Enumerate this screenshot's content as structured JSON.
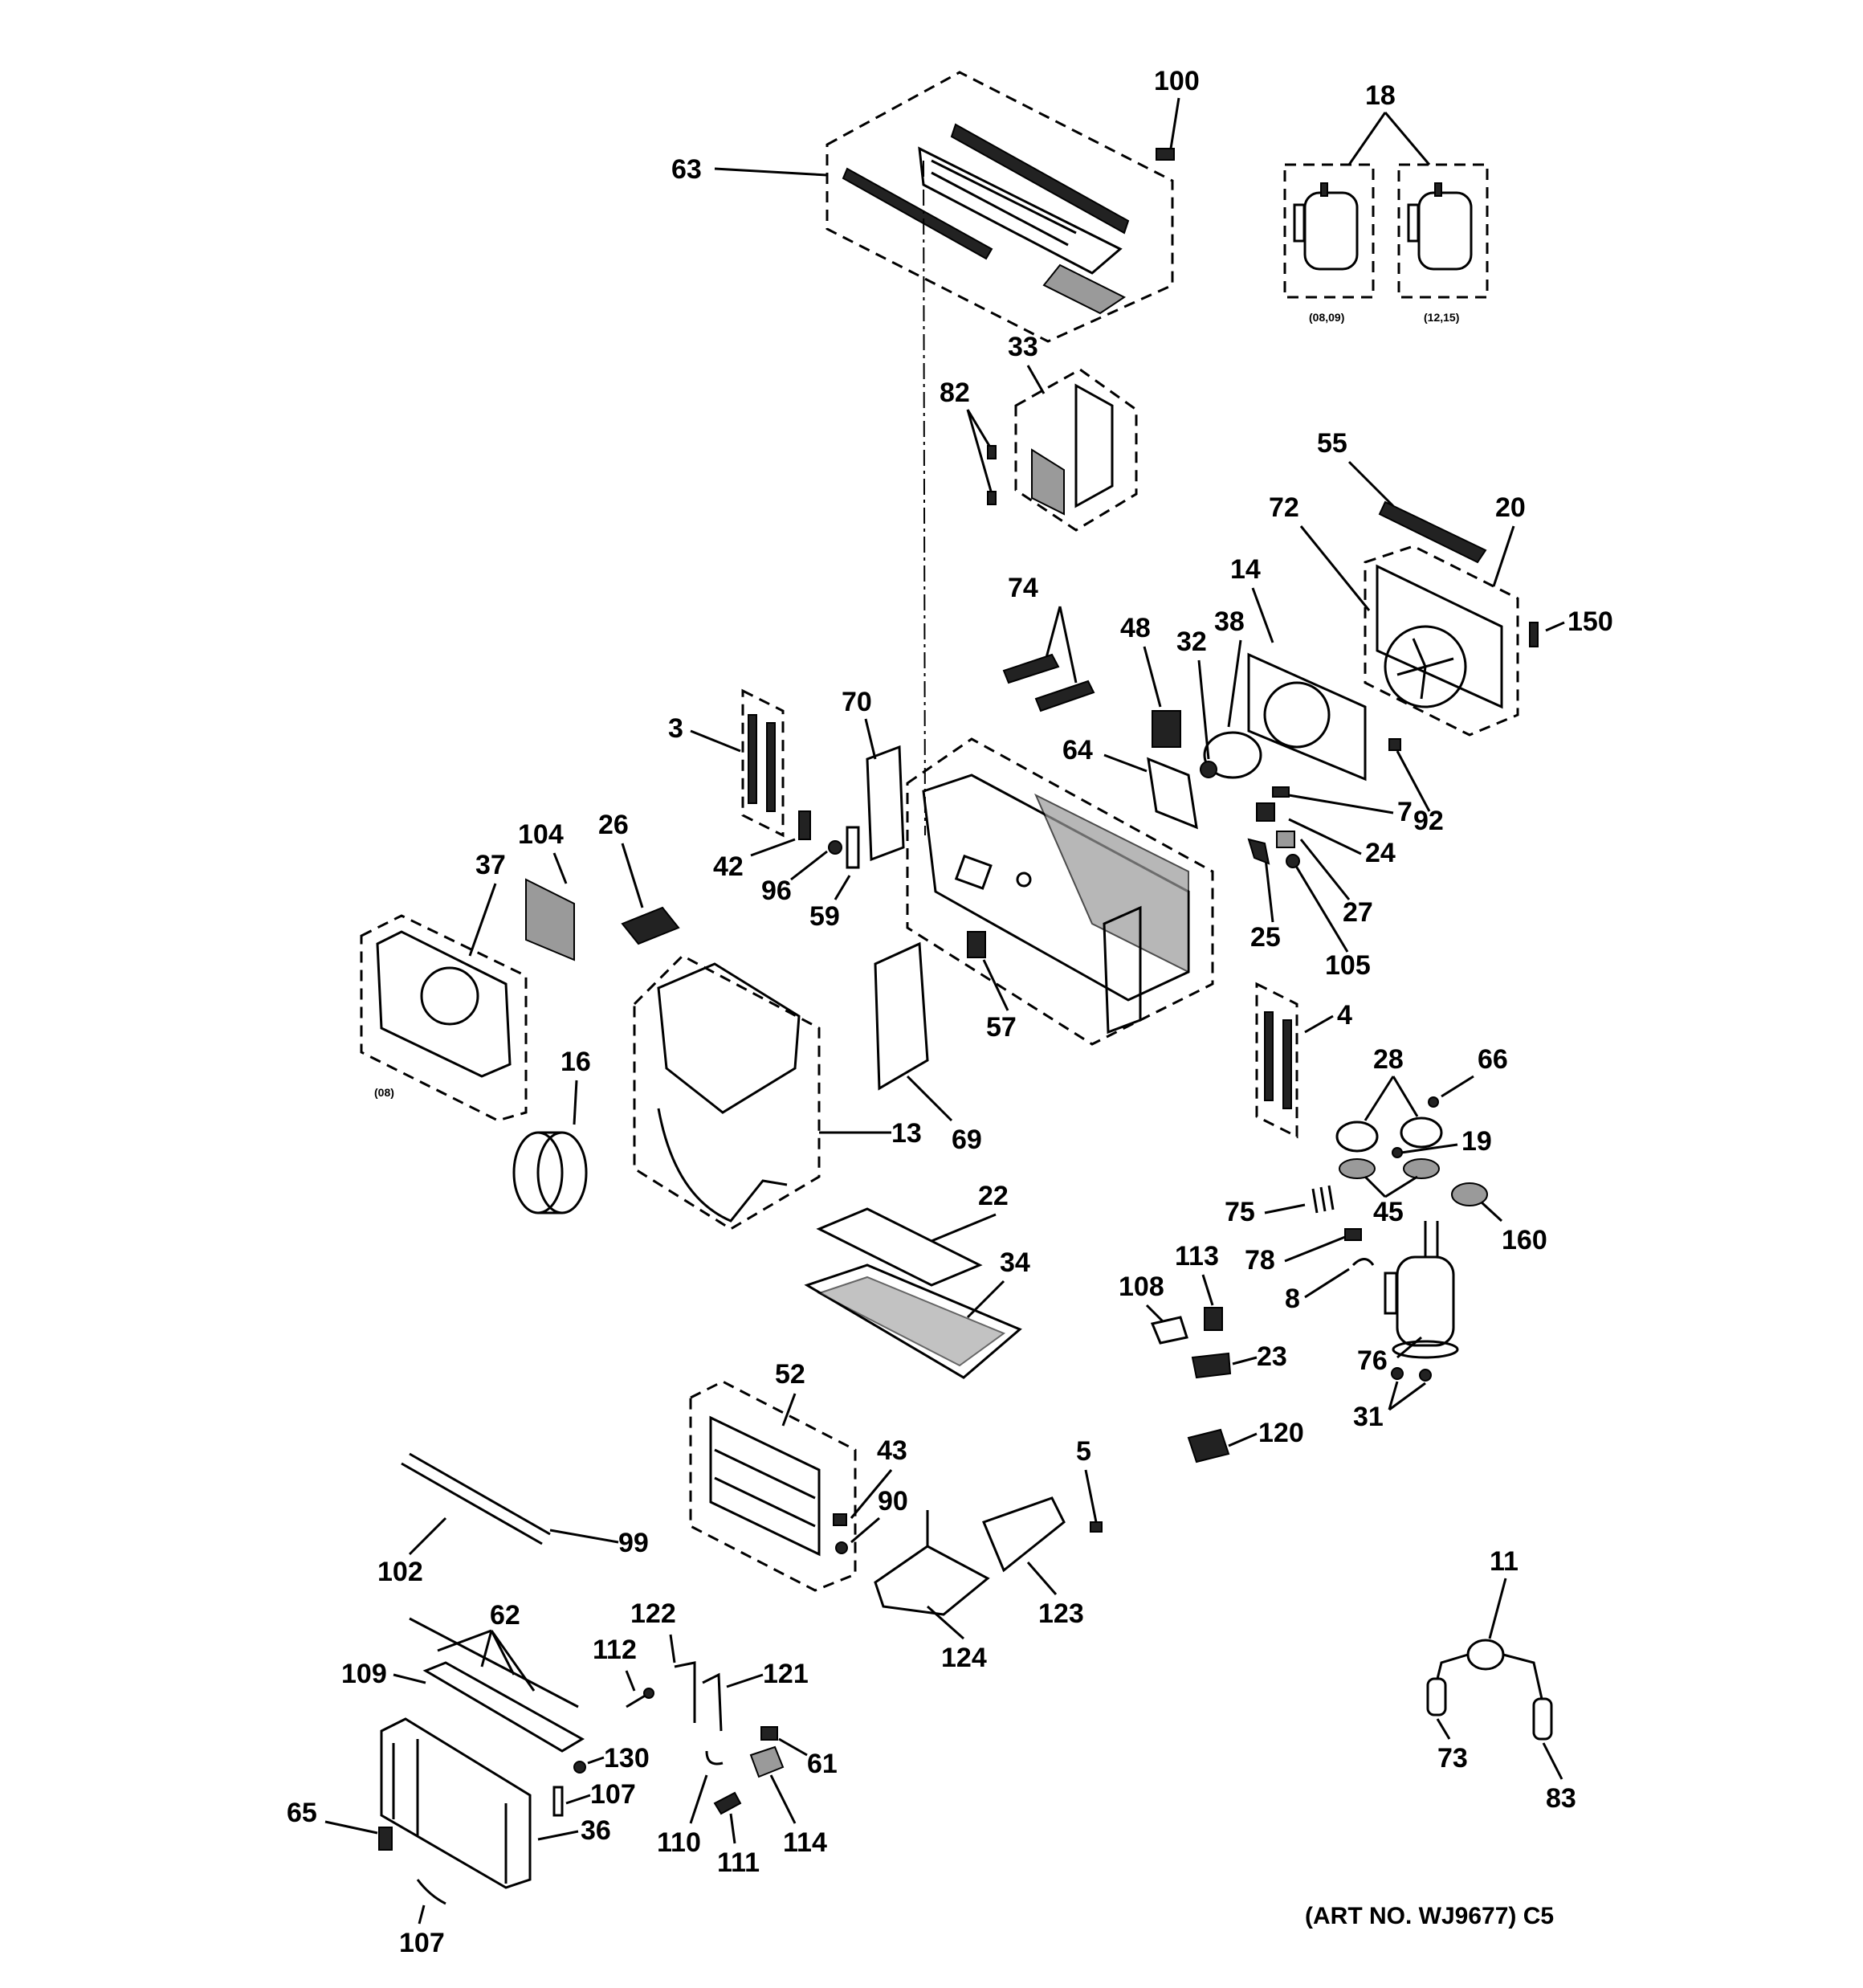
{
  "caption": "(ART NO. WJ9677) C5",
  "labels": {
    "l100": "100",
    "l18": "18",
    "l63": "63",
    "l33": "33",
    "l82": "82",
    "l55": "55",
    "l20": "20",
    "l72": "72",
    "l14": "14",
    "l38": "38",
    "l32": "32",
    "l48": "48",
    "l74": "74",
    "l150": "150",
    "l3": "3",
    "l70": "70",
    "l64": "64",
    "l92": "92",
    "l7": "7",
    "l24": "24",
    "l27": "27",
    "l25": "25",
    "l105": "105",
    "l104": "104",
    "l26": "26",
    "l37": "37",
    "l42": "42",
    "l96": "96",
    "l59": "59",
    "l57": "57",
    "l4": "4",
    "l28": "28",
    "l66": "66",
    "l19": "19",
    "l16": "16",
    "l13": "13",
    "l69": "69",
    "l22": "22",
    "l34": "34",
    "l75": "75",
    "l45": "45",
    "l160": "160",
    "l78": "78",
    "l113": "113",
    "l108": "108",
    "l8": "8",
    "l23": "23",
    "l76": "76",
    "l31": "31",
    "l52": "52",
    "l120": "120",
    "l43": "43",
    "l5": "5",
    "l90": "90",
    "l99": "99",
    "l102": "102",
    "l123": "123",
    "l124": "124",
    "l11": "11",
    "l62": "62",
    "l122": "122",
    "l112": "112",
    "l121": "121",
    "l109": "109",
    "l130": "130",
    "l61": "61",
    "l107a": "107",
    "l65": "65",
    "l36": "36",
    "l110": "110",
    "l111": "111",
    "l114": "114",
    "l73": "73",
    "l83": "83",
    "l107b": "107"
  },
  "notes": {
    "n0809": "(08,09)",
    "n1215": "(12,15)",
    "n08": "(08)"
  }
}
